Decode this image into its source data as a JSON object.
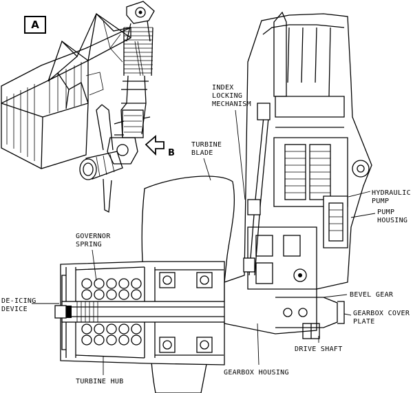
{
  "figure": {
    "view_marker": "A",
    "arrow_marker": "B"
  },
  "labels": {
    "index_locking_mechanism": [
      "INDEX",
      "LOCKING",
      "MECHANISM"
    ],
    "turbine_blade": [
      "TURBINE",
      "BLADE"
    ],
    "hydraulic_pump": [
      "HYDRAULIC",
      "PUMP"
    ],
    "pump_housing": [
      "PUMP",
      "HOUSING"
    ],
    "governor_spring": [
      "GOVERNOR",
      "SPRING"
    ],
    "de_icing_device": [
      "DE-ICING",
      "DEVICE"
    ],
    "bevel_gear": [
      "BEVEL GEAR"
    ],
    "gearbox_cover_plate": [
      "GEARBOX COVER",
      "PLATE"
    ],
    "drive_shaft": [
      "DRIVE SHAFT"
    ],
    "gearbox_housing": [
      "GEARBOX HOUSING"
    ],
    "turbine_hub": [
      "TURBINE HUB"
    ]
  }
}
